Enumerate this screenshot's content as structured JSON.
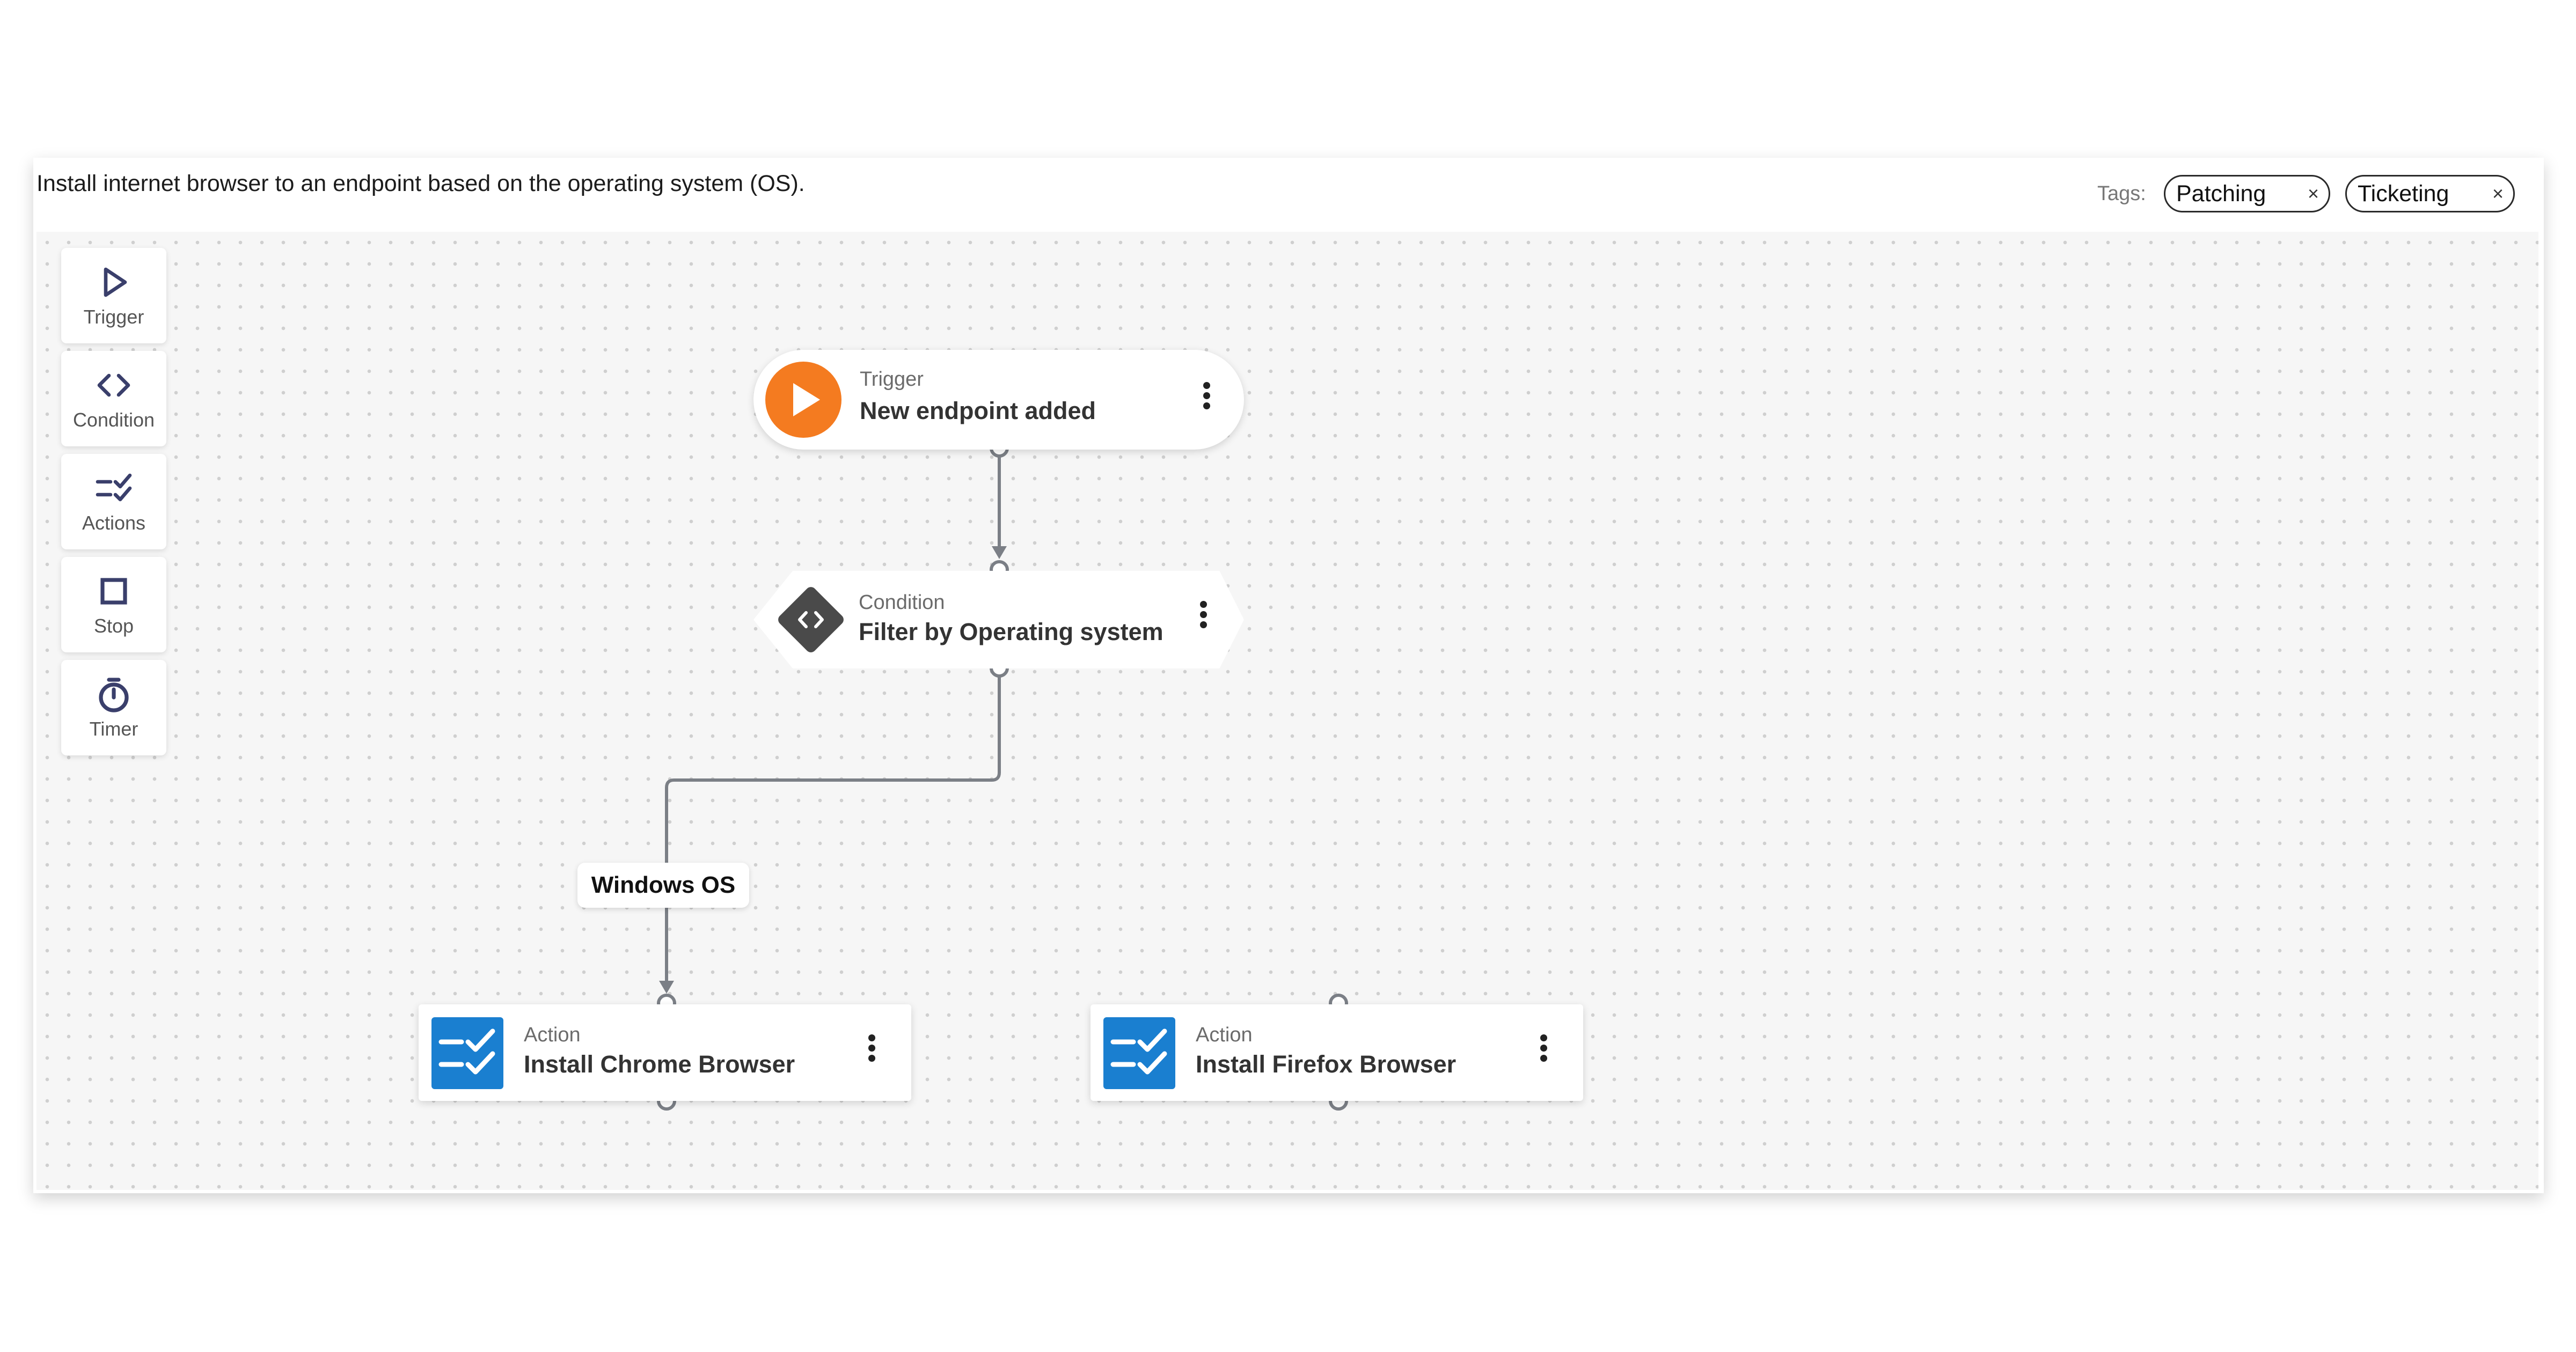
{
  "header": {
    "description": "Install internet browser to an endpoint based on the operating system (OS).",
    "tags_label": "Tags:",
    "tags": [
      {
        "label": "Patching",
        "remove": "×"
      },
      {
        "label": "Ticketing",
        "remove": "×"
      }
    ]
  },
  "toolbox": {
    "items": [
      {
        "label": "Trigger",
        "icon": "play-outline-icon"
      },
      {
        "label": "Condition",
        "icon": "code-brackets-icon"
      },
      {
        "label": "Actions",
        "icon": "checklist-icon"
      },
      {
        "label": "Stop",
        "icon": "square-icon"
      },
      {
        "label": "Timer",
        "icon": "stopwatch-icon"
      }
    ]
  },
  "flow": {
    "trigger": {
      "kind": "Trigger",
      "title": "New endpoint added",
      "icon": "play-icon",
      "color": "#f47b20"
    },
    "condition": {
      "kind": "Condition",
      "title": "Filter by Operating system",
      "icon": "code-brackets-icon",
      "color": "#4a4a4a"
    },
    "branch_label": "Windows OS",
    "actions": [
      {
        "kind": "Action",
        "title": "Install Chrome Browser",
        "icon": "checklist-icon",
        "color": "#1a7fd0"
      },
      {
        "kind": "Action",
        "title": "Install Firefox Browser",
        "icon": "checklist-icon",
        "color": "#1a7fd0"
      }
    ]
  },
  "colors": {
    "connector": "#7b7f86",
    "canvas_bg": "#f6f6f6"
  }
}
